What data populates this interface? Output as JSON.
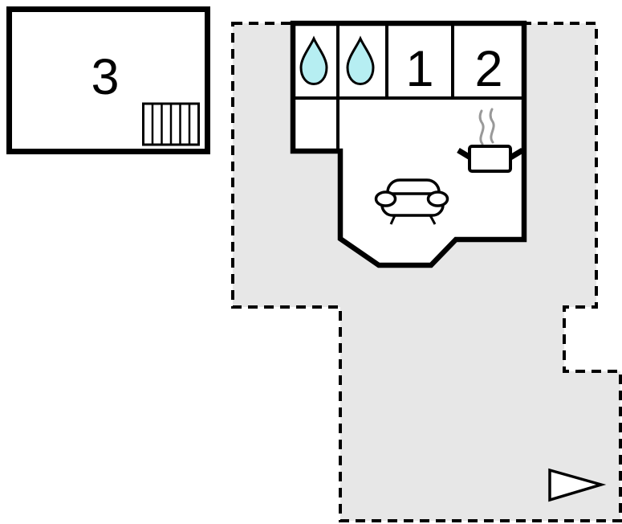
{
  "page": {
    "type": "floor-plan",
    "background": "#ffffff"
  },
  "colors": {
    "terrace_fill": "#e7e7e7",
    "line": "#000000",
    "room_fill": "#ffffff",
    "water_drop_fill": "#b6eef2",
    "steam_gray": "#999999"
  },
  "rooms": {
    "bedroom1": {
      "label": "1"
    },
    "bedroom2": {
      "label": "2"
    },
    "annex": {
      "label": "3"
    },
    "bathroom1": {
      "icon": "water-drop-icon"
    },
    "bathroom2": {
      "icon": "water-drop-icon"
    }
  },
  "living_area": {
    "icons": [
      "sofa-icon",
      "cooking-pot-icon",
      "steam-icon"
    ]
  },
  "annex": {
    "icons": [
      "stairs-icon"
    ]
  },
  "terrace": {
    "style": "dashed-outline",
    "icons": [
      "direction-arrow-icon"
    ]
  }
}
